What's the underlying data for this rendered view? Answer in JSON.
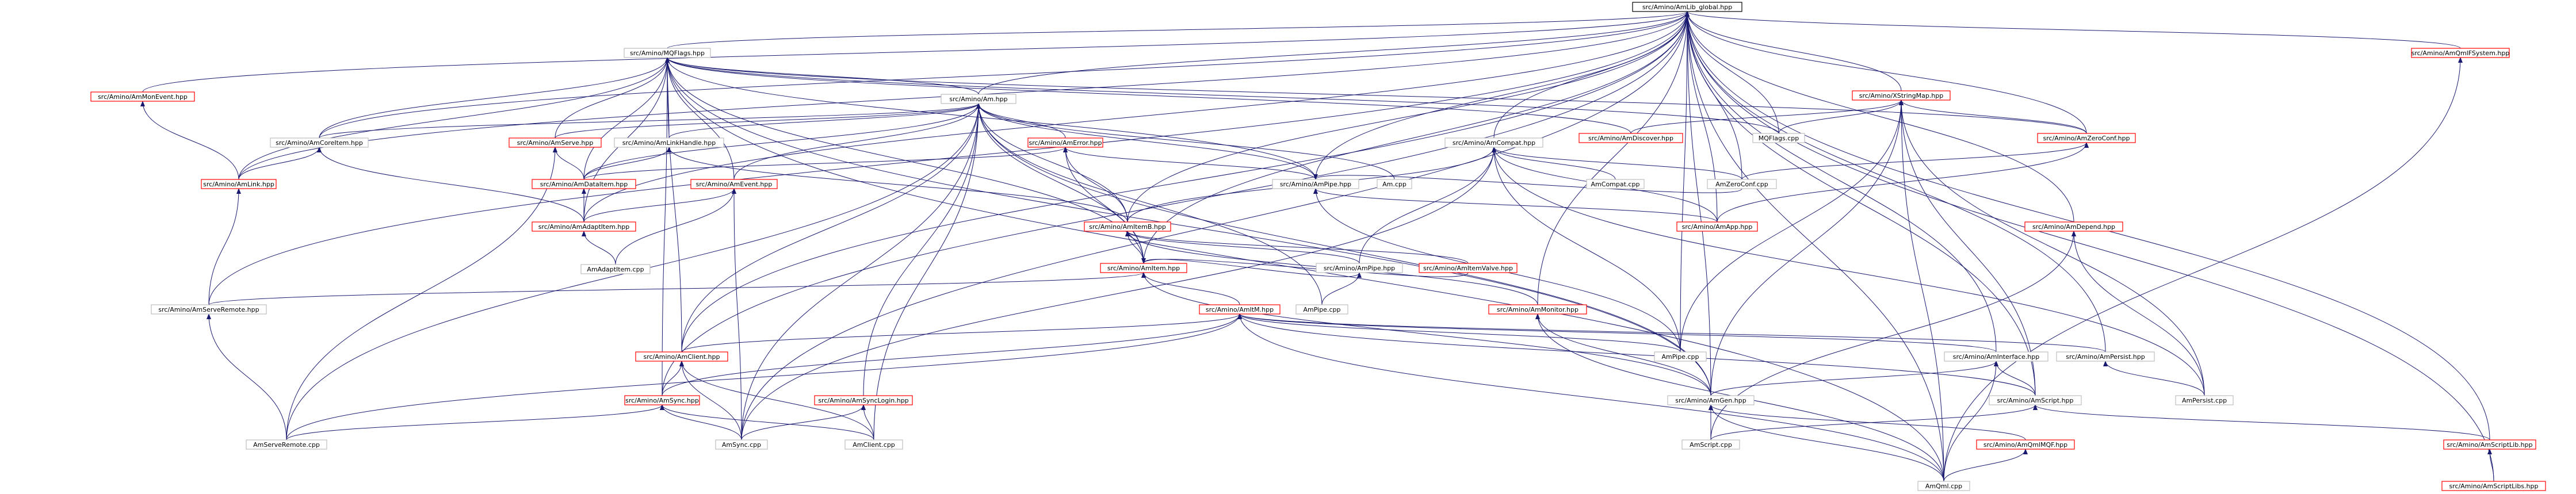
{
  "colors": {
    "edge": "#191970",
    "normal_border": "#bfbfbf",
    "red_border": "#ff0000",
    "root_fill": "#bfbfbf",
    "root_border": "#000000"
  },
  "nodes": [
    {
      "id": "root",
      "label": "src/Amino/AmLib_global.hpp",
      "style": "root"
    },
    {
      "id": "mqflags",
      "label": "src/Amino/MQFlags.hpp",
      "style": "normal"
    },
    {
      "id": "monevent",
      "label": "src/Amino/AmMonEvent.hpp",
      "style": "red"
    },
    {
      "id": "am",
      "label": "src/Amino/Am.hpp",
      "style": "normal"
    },
    {
      "id": "xstring",
      "label": "src/Amino/XStringMap.hpp",
      "style": "red"
    },
    {
      "id": "qmlfs",
      "label": "src/Amino/AmQmlFSystem.hpp",
      "style": "red"
    },
    {
      "id": "ambiter",
      "label": "src/Amino/AmError.hpp",
      "style": "red"
    },
    {
      "id": "amcompat",
      "label": "src/Amino/AmCompat.hpp",
      "style": "normal"
    },
    {
      "id": "amdiscover",
      "label": "src/Amino/AmDiscover.hpp",
      "style": "red"
    },
    {
      "id": "mqflagscpp",
      "label": "MQFlags.cpp",
      "style": "normal"
    },
    {
      "id": "zeroconf",
      "label": "src/Amino/AmZeroConf.hpp",
      "style": "red"
    },
    {
      "id": "coreitem",
      "label": "src/Amino/AmCoreItem.hpp",
      "style": "normal"
    },
    {
      "id": "amserve",
      "label": "src/Amino/AmServe.hpp",
      "style": "red"
    },
    {
      "id": "linkhandle",
      "label": "src/Amino/AmLinkHandle.hpp",
      "style": "normal"
    },
    {
      "id": "amlink",
      "label": "src/Amino/AmLink.hpp",
      "style": "red"
    },
    {
      "id": "dataitem",
      "label": "src/Amino/AmDataItem.hpp",
      "style": "red"
    },
    {
      "id": "amevent",
      "label": "src/Amino/AmEvent.hpp",
      "style": "red"
    },
    {
      "id": "ampipe",
      "label": "src/Amino/AmPipe.hpp",
      "style": "normal"
    },
    {
      "id": "amcpp",
      "label": "Am.cpp",
      "style": "normal"
    },
    {
      "id": "compatcpp",
      "label": "AmCompat.cpp",
      "style": "normal"
    },
    {
      "id": "zeroconfcpp",
      "label": "AmZeroConf.cpp",
      "style": "normal"
    },
    {
      "id": "amapp",
      "label": "src/Amino/AmApp.hpp",
      "style": "red"
    },
    {
      "id": "adaptitem",
      "label": "src/Amino/AmAdaptItem.hpp",
      "style": "red"
    },
    {
      "id": "amitemb",
      "label": "src/Amino/AmItemB.hpp",
      "style": "red"
    },
    {
      "id": "amdepend",
      "label": "src/Amino/AmDepend.hpp",
      "style": "red"
    },
    {
      "id": "adaptitemcpp",
      "label": "AmAdaptItem.cpp",
      "style": "normal"
    },
    {
      "id": "amitem",
      "label": "src/Amino/AmItem.hpp",
      "style": "red"
    },
    {
      "id": "ampipehpp2",
      "label": "src/Amino/AmPipe.hpp",
      "style": "normal"
    },
    {
      "id": "itemvalve",
      "label": "src/Amino/AmItemValve.hpp",
      "style": "red"
    },
    {
      "id": "serveremote",
      "label": "src/Amino/AmServeRemote.hpp",
      "style": "normal"
    },
    {
      "id": "ampipecpp",
      "label": "AmPipe.cpp",
      "style": "normal"
    },
    {
      "id": "ammonitor",
      "label": "src/Amino/AmMonitor.hpp",
      "style": "red"
    },
    {
      "id": "amitm",
      "label": "src/Amino/AmItM.hpp",
      "style": "red"
    },
    {
      "id": "amclient",
      "label": "src/Amino/AmClient.hpp",
      "style": "red"
    },
    {
      "id": "ampipecpp2",
      "label": "AmPipe.cpp",
      "style": "normal"
    },
    {
      "id": "aminterface",
      "label": "src/Amino/AmInterface.hpp",
      "style": "normal"
    },
    {
      "id": "ampersist",
      "label": "src/Amino/AmPersist.hpp",
      "style": "normal"
    },
    {
      "id": "amsync",
      "label": "src/Amino/AmSync.hpp",
      "style": "red"
    },
    {
      "id": "synclogin",
      "label": "src/Amino/AmSyncLogin.hpp",
      "style": "red"
    },
    {
      "id": "amgen",
      "label": "src/Amino/AmGen.hpp",
      "style": "normal"
    },
    {
      "id": "amscript",
      "label": "src/Amino/AmScript.hpp",
      "style": "normal"
    },
    {
      "id": "persistcpp",
      "label": "AmPersist.cpp",
      "style": "normal"
    },
    {
      "id": "scriptlib",
      "label": "src/Amino/AmScriptLib.hpp",
      "style": "red"
    },
    {
      "id": "qmlmqf",
      "label": "src/Amino/AmQmlMQF.hpp",
      "style": "red"
    },
    {
      "id": "serveremotecpp",
      "label": "AmServeRemote.cpp",
      "style": "normal"
    },
    {
      "id": "synccpp",
      "label": "AmSync.cpp",
      "style": "normal"
    },
    {
      "id": "clientcpp",
      "label": "AmClient.cpp",
      "style": "normal"
    },
    {
      "id": "scriptcpp",
      "label": "AmScript.cpp",
      "style": "normal"
    },
    {
      "id": "scriptlibs",
      "label": "src/Amino/AmScriptLibs.hpp",
      "style": "red"
    },
    {
      "id": "qmlcpp",
      "label": "AmQml.cpp",
      "style": "normal"
    }
  ],
  "edges": [
    [
      "mqflags",
      "root"
    ],
    [
      "monevent",
      "root"
    ],
    [
      "am",
      "root"
    ],
    [
      "xstring",
      "root"
    ],
    [
      "qmlfs",
      "root"
    ],
    [
      "coreitem",
      "root"
    ],
    [
      "amlink",
      "root"
    ],
    [
      "adaptitem",
      "root"
    ],
    [
      "amcompat",
      "root"
    ],
    [
      "zeroconf",
      "root"
    ],
    [
      "ampipe",
      "root"
    ],
    [
      "amitem",
      "root"
    ],
    [
      "amitemb",
      "root"
    ],
    [
      "amclient",
      "root"
    ],
    [
      "serveremote",
      "root"
    ],
    [
      "aminterface",
      "root"
    ],
    [
      "ampersist",
      "root"
    ],
    [
      "amgen",
      "root"
    ],
    [
      "amscript",
      "root"
    ],
    [
      "scriptlib",
      "root"
    ],
    [
      "scriptlibs",
      "root"
    ],
    [
      "qmlcpp",
      "root"
    ],
    [
      "ampipecpp2",
      "root"
    ],
    [
      "amdepend",
      "root"
    ],
    [
      "amapp",
      "root"
    ],
    [
      "ammonitor",
      "root"
    ],
    [
      "zeroconfcpp",
      "root"
    ],
    [
      "mqflagscpp",
      "root"
    ],
    [
      "amsync",
      "root"
    ],
    [
      "synccpp",
      "root"
    ],
    [
      "am",
      "mqflags"
    ],
    [
      "coreitem",
      "mqflags"
    ],
    [
      "amserve",
      "mqflags"
    ],
    [
      "linkhandle",
      "mqflags"
    ],
    [
      "amlink",
      "mqflags"
    ],
    [
      "dataitem",
      "mqflags"
    ],
    [
      "amevent",
      "mqflags"
    ],
    [
      "ampipe",
      "mqflags"
    ],
    [
      "mqflagscpp",
      "mqflags"
    ],
    [
      "amclient",
      "mqflags"
    ],
    [
      "amsync",
      "mqflags"
    ],
    [
      "zeroconf",
      "mqflags"
    ],
    [
      "amitem",
      "mqflags"
    ],
    [
      "qmlcpp",
      "mqflags"
    ],
    [
      "amgen",
      "mqflags"
    ],
    [
      "amdiscover",
      "mqflags"
    ],
    [
      "adaptitem",
      "mqflags"
    ],
    [
      "amlink",
      "monevent"
    ],
    [
      "ambiter",
      "am"
    ],
    [
      "amserve",
      "am"
    ],
    [
      "linkhandle",
      "am"
    ],
    [
      "dataitem",
      "am"
    ],
    [
      "amevent",
      "am"
    ],
    [
      "ampipe",
      "am"
    ],
    [
      "amcpp",
      "am"
    ],
    [
      "amitemb",
      "am"
    ],
    [
      "amitem",
      "am"
    ],
    [
      "amclient",
      "am"
    ],
    [
      "synccpp",
      "am"
    ],
    [
      "synclogin",
      "am"
    ],
    [
      "clientcpp",
      "am"
    ],
    [
      "serveremotecpp",
      "am"
    ],
    [
      "coreitem",
      "am"
    ],
    [
      "ampipecpp",
      "am"
    ],
    [
      "amgen",
      "am"
    ],
    [
      "mqflagscpp",
      "xstring"
    ],
    [
      "amdiscover",
      "xstring"
    ],
    [
      "zeroconf",
      "xstring"
    ],
    [
      "amgen",
      "xstring"
    ],
    [
      "ampipecpp2",
      "xstring"
    ],
    [
      "persistcpp",
      "xstring"
    ],
    [
      "qmlcpp",
      "xstring"
    ],
    [
      "amscript",
      "xstring"
    ],
    [
      "qmlcpp",
      "qmlfs"
    ],
    [
      "amitemb",
      "ambiter"
    ],
    [
      "amitem",
      "ambiter"
    ],
    [
      "dataitem",
      "ambiter"
    ],
    [
      "ampipe",
      "ambiter"
    ],
    [
      "amapp",
      "amcompat"
    ],
    [
      "zeroconfcpp",
      "amcompat"
    ],
    [
      "compatcpp",
      "amcompat"
    ],
    [
      "amitemb",
      "amcompat"
    ],
    [
      "ampipehpp2",
      "amcompat"
    ],
    [
      "ampipecpp2",
      "amcompat"
    ],
    [
      "persistcpp",
      "amcompat"
    ],
    [
      "synccpp",
      "amcompat"
    ],
    [
      "zeroconfcpp",
      "zeroconf"
    ],
    [
      "amapp",
      "zeroconf"
    ],
    [
      "amlink",
      "coreitem"
    ],
    [
      "adaptitem",
      "coreitem"
    ],
    [
      "dataitem",
      "amserve"
    ],
    [
      "serveremotecpp",
      "amserve"
    ],
    [
      "dataitem",
      "linkhandle"
    ],
    [
      "amitemb",
      "linkhandle"
    ],
    [
      "serveremote",
      "amlink"
    ],
    [
      "adaptitem",
      "dataitem"
    ],
    [
      "adaptitem",
      "amevent"
    ],
    [
      "adaptitemcpp",
      "amevent"
    ],
    [
      "synccpp",
      "amevent"
    ],
    [
      "amapp",
      "ampipe"
    ],
    [
      "ampipecpp2",
      "ampipe"
    ],
    [
      "zeroconfcpp",
      "ampipe"
    ],
    [
      "adaptitemcpp",
      "adaptitem"
    ],
    [
      "amitem",
      "amitemb"
    ],
    [
      "itemvalve",
      "amitemb"
    ],
    [
      "ampipehpp2",
      "amitemb"
    ],
    [
      "ammonitor",
      "amitemb"
    ],
    [
      "persistcpp",
      "amdepend"
    ],
    [
      "scriptcpp",
      "amdepend"
    ],
    [
      "serveremote",
      "amitem"
    ],
    [
      "amitm",
      "amitem"
    ],
    [
      "ampipehpp2",
      "amitem"
    ],
    [
      "itemvalve",
      "amitem"
    ],
    [
      "amgen",
      "amitem"
    ],
    [
      "ampipecpp",
      "ampipehpp2"
    ],
    [
      "serveremotecpp",
      "serveremote"
    ],
    [
      "amgen",
      "ammonitor"
    ],
    [
      "qmlcpp",
      "ammonitor"
    ],
    [
      "amclient",
      "amitm"
    ],
    [
      "ampipecpp2",
      "amitm"
    ],
    [
      "aminterface",
      "amitm"
    ],
    [
      "ampersist",
      "amitm"
    ],
    [
      "amscript",
      "amitm"
    ],
    [
      "serveremotecpp",
      "amitm"
    ],
    [
      "qmlcpp",
      "amitm"
    ],
    [
      "amsync",
      "amitm"
    ],
    [
      "amsync",
      "amclient"
    ],
    [
      "synccpp",
      "amclient"
    ],
    [
      "clientcpp",
      "amclient"
    ],
    [
      "amgen",
      "aminterface"
    ],
    [
      "amscript",
      "aminterface"
    ],
    [
      "qmlcpp",
      "aminterface"
    ],
    [
      "persistcpp",
      "ampersist"
    ],
    [
      "serveremotecpp",
      "amsync"
    ],
    [
      "synccpp",
      "amsync"
    ],
    [
      "clientcpp",
      "amsync"
    ],
    [
      "synccpp",
      "synclogin"
    ],
    [
      "clientcpp",
      "synclogin"
    ],
    [
      "scriptcpp",
      "amgen"
    ],
    [
      "qmlmqf",
      "amgen"
    ],
    [
      "qmlcpp",
      "amgen"
    ],
    [
      "scriptcpp",
      "amscript"
    ],
    [
      "scriptlib",
      "amscript"
    ],
    [
      "scriptlibs",
      "scriptlib"
    ],
    [
      "qmlcpp",
      "qmlmqf"
    ]
  ]
}
